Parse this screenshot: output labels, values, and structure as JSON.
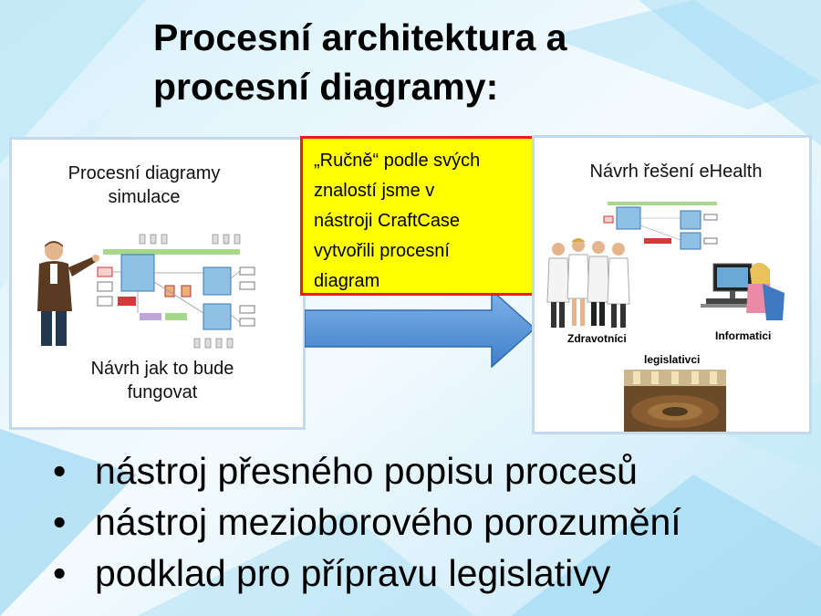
{
  "slide": {
    "title_line1": "Procesní architektura a",
    "title_line2": "procesní diagramy:"
  },
  "left_panel": {
    "heading_line1": "Procesní diagramy",
    "heading_line2": "simulace",
    "caption_line1": "Návrh jak to bude",
    "caption_line2": "fungovat"
  },
  "note": {
    "line1": "„Ručně“ podle svých",
    "line2": "znalostí jsme v",
    "line3": "nástroji CraftCase",
    "line4": "vytvořili procesní",
    "line5": "diagram"
  },
  "right_panel": {
    "heading": "Návrh řešení eHealth",
    "label_doctors": "Zdravotníci",
    "label_it": "Informatici",
    "label_legislators": "legislativci"
  },
  "bullets": [
    {
      "marker": "•",
      "text": "nástroj přesného popisu procesů"
    },
    {
      "marker": "•",
      "text": "nástroj mezioborového porozumění"
    },
    {
      "marker": "•",
      "text": "podklad pro přípravu legislativy"
    }
  ],
  "colors": {
    "arrow_fill": "#4f8fd6",
    "note_fill": "#ffff00",
    "note_border": "#e02020",
    "panel_border": "#c5d9ee"
  }
}
